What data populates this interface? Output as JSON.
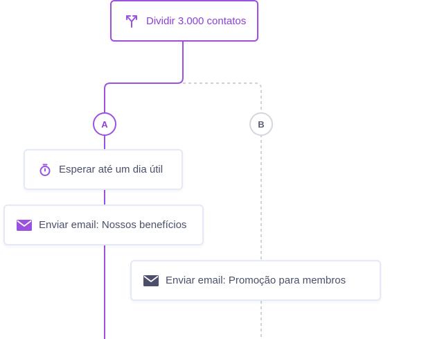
{
  "split": {
    "label": "Dividir 3.000 contatos",
    "icon": "split-arrows-icon"
  },
  "branches": {
    "a": {
      "label": "A"
    },
    "b": {
      "label": "B"
    }
  },
  "steps": {
    "wait": {
      "label": "Esperar até um dia útil",
      "icon": "stopwatch-icon"
    },
    "email_a": {
      "label": "Enviar email: Nossos benefícios",
      "icon": "envelope-icon"
    },
    "email_b": {
      "label": "Enviar email: Promoção para membros",
      "icon": "envelope-icon"
    }
  },
  "colors": {
    "accent": "#9b51e0",
    "accent_text": "#8b3fd9",
    "inactive": "#d3d6de",
    "text": "#4b4f6b",
    "email_icon_b": "#4b4f6b",
    "card_border": "#e3e9f6"
  }
}
